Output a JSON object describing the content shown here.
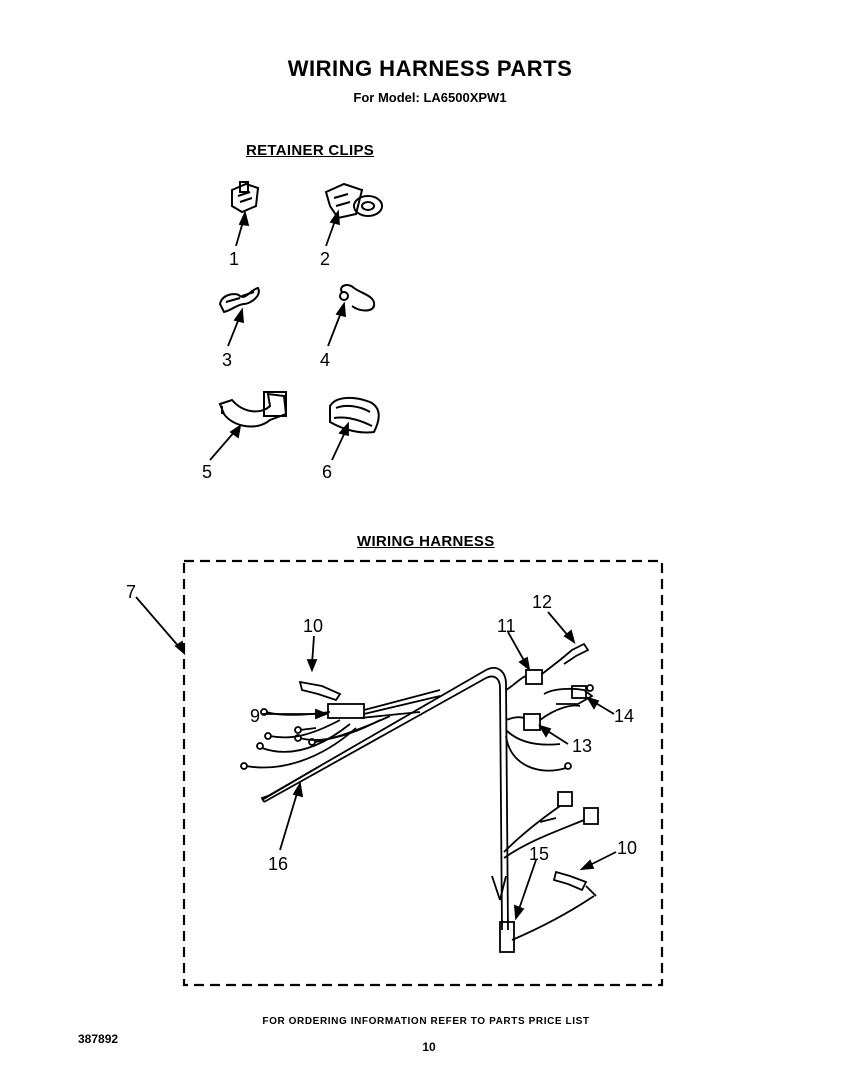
{
  "header": {
    "title": "WIRING HARNESS PARTS",
    "model_line": "For Model: LA6500XPW1"
  },
  "sections": {
    "retainer_clips": "RETAINER CLIPS",
    "wiring_harness": "WIRING HARNESS"
  },
  "callouts": {
    "c1": "1",
    "c2": "2",
    "c3": "3",
    "c4": "4",
    "c5": "5",
    "c6": "6",
    "c7": "7",
    "c9": "9",
    "c10a": "10",
    "c10b": "10",
    "c11": "11",
    "c12": "12",
    "c13": "13",
    "c14": "14",
    "c15": "15",
    "c16": "16"
  },
  "footer": {
    "ordering_note": "FOR ORDERING INFORMATION REFER TO PARTS PRICE LIST",
    "doc_number": "387892",
    "page_number": "10"
  }
}
